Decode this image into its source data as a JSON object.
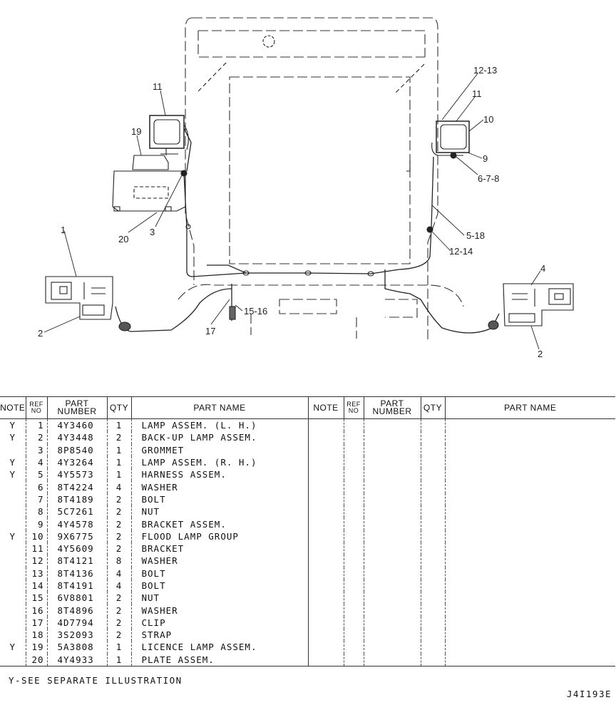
{
  "callouts": [
    "11",
    "19",
    "20",
    "3",
    "1",
    "2",
    "17",
    "15-16",
    "12-13",
    "11",
    "10",
    "9",
    "6-7-8",
    "5-18",
    "12-14",
    "4",
    "2"
  ],
  "table": {
    "headers": {
      "note": "NOTE",
      "ref_line1": "REF",
      "ref_line2": "NO",
      "part_line1": "PART",
      "part_line2": "NUMBER",
      "qty": "QTY",
      "name": "PART NAME"
    },
    "rows": [
      {
        "note": "Y",
        "ref": "1",
        "part": "4Y3460",
        "qty": "1",
        "name": "LAMP  ASSEM. (L. H.)"
      },
      {
        "note": "Y",
        "ref": "2",
        "part": "4Y3448",
        "qty": "2",
        "name": "BACK-UP  LAMP  ASSEM."
      },
      {
        "note": "",
        "ref": "3",
        "part": "8P8540",
        "qty": "1",
        "name": "GROMMET"
      },
      {
        "note": "Y",
        "ref": "4",
        "part": "4Y3264",
        "qty": "1",
        "name": "LAMP  ASSEM. (R. H.)"
      },
      {
        "note": "Y",
        "ref": "5",
        "part": "4Y5573",
        "qty": "1",
        "name": "HARNESS  ASSEM."
      },
      {
        "note": "",
        "ref": "6",
        "part": "8T4224",
        "qty": "4",
        "name": "WASHER"
      },
      {
        "note": "",
        "ref": "7",
        "part": "8T4189",
        "qty": "2",
        "name": "BOLT"
      },
      {
        "note": "",
        "ref": "8",
        "part": "5C7261",
        "qty": "2",
        "name": "NUT"
      },
      {
        "note": "",
        "ref": "9",
        "part": "4Y4578",
        "qty": "2",
        "name": "BRACKET  ASSEM."
      },
      {
        "note": "Y",
        "ref": "10",
        "part": "9X6775",
        "qty": "2",
        "name": "FLOOD  LAMP  GROUP"
      },
      {
        "note": "",
        "ref": "11",
        "part": "4Y5609",
        "qty": "2",
        "name": "BRACKET"
      },
      {
        "note": "",
        "ref": "12",
        "part": "8T4121",
        "qty": "8",
        "name": "WASHER"
      },
      {
        "note": "",
        "ref": "13",
        "part": "8T4136",
        "qty": "4",
        "name": "BOLT"
      },
      {
        "note": "",
        "ref": "14",
        "part": "8T4191",
        "qty": "4",
        "name": "BOLT"
      },
      {
        "note": "",
        "ref": "15",
        "part": "6V8801",
        "qty": "2",
        "name": "NUT"
      },
      {
        "note": "",
        "ref": "16",
        "part": "8T4896",
        "qty": "2",
        "name": "WASHER"
      },
      {
        "note": "",
        "ref": "17",
        "part": "4D7794",
        "qty": "2",
        "name": "CLIP"
      },
      {
        "note": "",
        "ref": "18",
        "part": "3S2093",
        "qty": "2",
        "name": "STRAP"
      },
      {
        "note": "Y",
        "ref": "19",
        "part": "5A3808",
        "qty": "1",
        "name": "LICENCE  LAMP  ASSEM."
      },
      {
        "note": "",
        "ref": "20",
        "part": "4Y4933",
        "qty": "1",
        "name": "PLATE  ASSEM."
      }
    ]
  },
  "footnote": "Y-SEE  SEPARATE  ILLUSTRATION",
  "drawing_id": "J4I193E"
}
